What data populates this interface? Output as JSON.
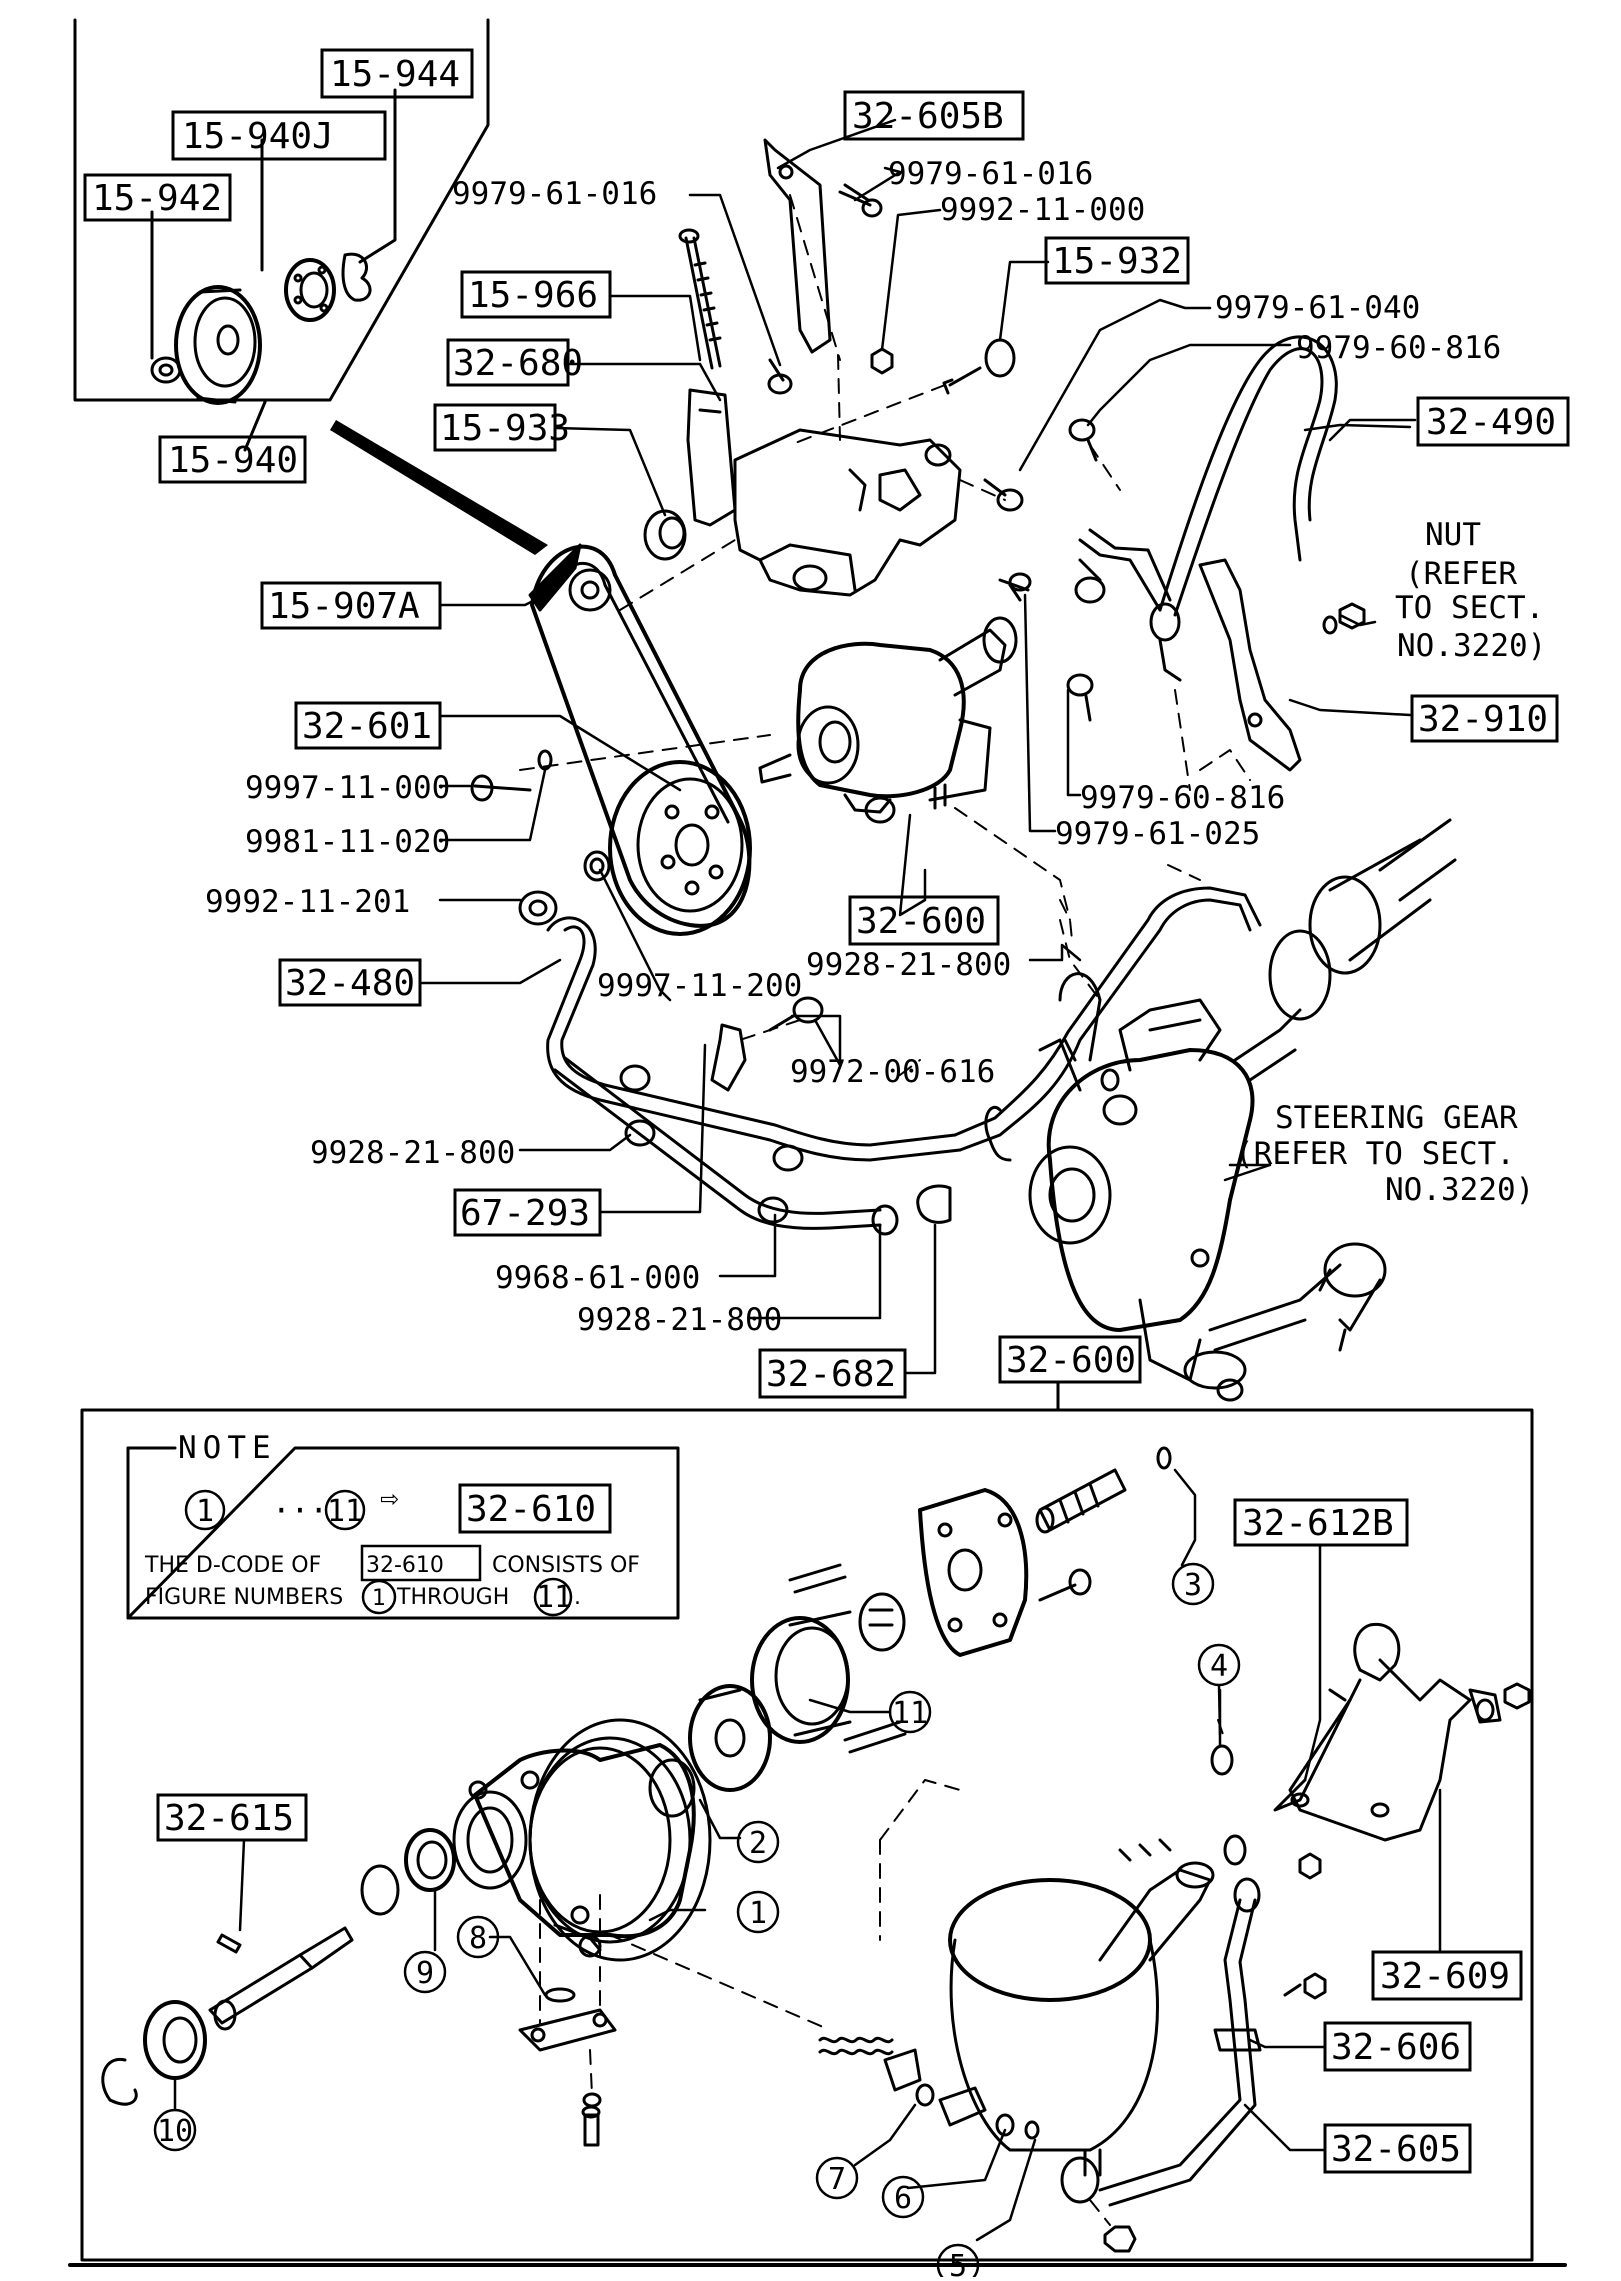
{
  "labels": {
    "p15_944": "15-944",
    "p15_940j": "15-940J",
    "p15_942": "15-942",
    "p15_940": "15-940",
    "p32_605b": "32-605B",
    "p9979_61_016_a": "9979-61-016",
    "p9979_61_016_b": "9979-61-016",
    "p9992_11_000": "9992-11-000",
    "p15_932": "15-932",
    "p15_966": "15-966",
    "p32_680": "32-680",
    "p9979_61_040": "9979-61-040",
    "p9979_60_816_a": "9979-60-816",
    "p32_490": "32-490",
    "p15_933": "15-933",
    "p15_907a": "15-907A",
    "nut_ref_1": "NUT",
    "nut_ref_2": "(REFER",
    "nut_ref_3": "TO SECT.",
    "nut_ref_4": "NO.3220)",
    "p32_910": "32-910",
    "p32_601": "32-601",
    "p9997_11_000": "9997-11-000",
    "p9981_11_020": "9981-11-020",
    "p9979_60_816_b": "9979-60-816",
    "p9979_61_025": "9979-61-025",
    "p9992_11_201": "9992-11-201",
    "p32_600_upper": "32-600",
    "p9928_21_800_a": "9928-21-800",
    "p32_480": "32-480",
    "p9997_11_200": "9997-11-200",
    "p9972_00_616": "9972-00-616",
    "steering_1": "STEERING GEAR",
    "steering_2": "(REFER TO SECT.",
    "steering_3": "NO.3220)",
    "p9928_21_800_b": "9928-21-800",
    "p67_293": "67-293",
    "p9968_61_000": "9968-61-000",
    "p9928_21_800_c": "9928-21-800",
    "p32_682": "32-682",
    "p32_600_lower": "32-600",
    "p32_612b": "32-612B",
    "p32_615": "32-615",
    "p32_609": "32-609",
    "p32_606": "32-606",
    "p32_605": "32-605"
  },
  "note": {
    "title": "NOTE",
    "range_start": "1",
    "range_dots": "···",
    "range_end": "11",
    "arrow": "⇨",
    "target": "32-610",
    "line1_a": "THE D-CODE OF",
    "line1_code": "32-610",
    "line1_b": "CONSISTS OF",
    "line2_a": "FIGURE NUMBERS",
    "line2_n1": "1",
    "line2_b": "THROUGH",
    "line2_n2": "11",
    "line2_c": "."
  },
  "figure_numbers": {
    "n1": "1",
    "n2": "2",
    "n3": "3",
    "n4": "4",
    "n5": "5",
    "n6": "6",
    "n7": "7",
    "n8": "8",
    "n9": "9",
    "n10": "10",
    "n11": "11"
  }
}
